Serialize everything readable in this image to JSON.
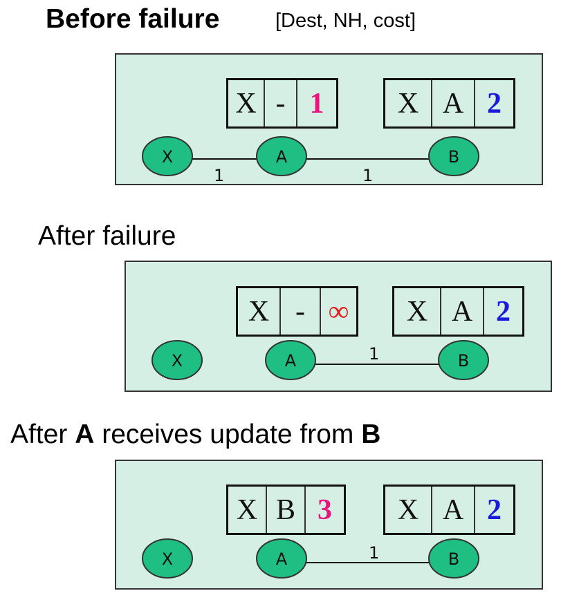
{
  "sections": [
    {
      "title": "Before failure",
      "subtitle": "[Dest, NH, cost]",
      "table_a": [
        "X",
        "-",
        "1"
      ],
      "table_b": [
        "X",
        "A",
        "2"
      ],
      "nodes": [
        "X",
        "A",
        "B"
      ],
      "link_costs": [
        "1",
        "1"
      ]
    },
    {
      "title": "After failure",
      "table_a": [
        "X",
        "-",
        "∞"
      ],
      "table_b": [
        "X",
        "A",
        "2"
      ],
      "nodes": [
        "X",
        "A",
        "B"
      ],
      "link_costs": [
        "1"
      ]
    },
    {
      "title_parts": [
        "After ",
        "A",
        " receives update from ",
        "B"
      ],
      "table_a": [
        "X",
        "B",
        "3"
      ],
      "table_b": [
        "X",
        "A",
        "2"
      ],
      "nodes": [
        "X",
        "A",
        "B"
      ],
      "link_costs": [
        "1"
      ]
    }
  ],
  "colors": {
    "panel": "#d6efe4",
    "node_fill": "#1fbf83",
    "cost_pink": "#e8157c",
    "cost_blue": "#1a1adb",
    "infinity_red": "#e21e1e"
  }
}
